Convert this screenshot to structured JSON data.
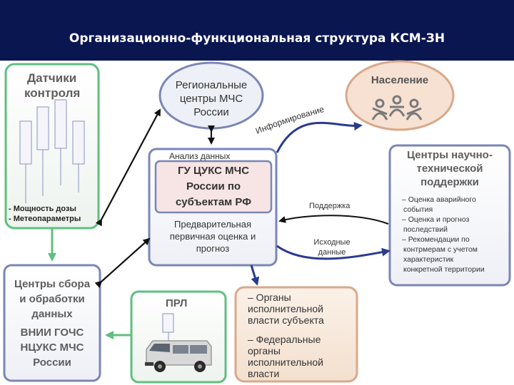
{
  "header": {
    "title": "Организационно-функциональная структура КСМ-ЗН"
  },
  "sensors": {
    "title": [
      "Датчики",
      "контроля"
    ],
    "items": [
      "- Мощность дозы",
      "- Метеопараметры"
    ]
  },
  "regional": {
    "lines": [
      "Региональные",
      "центры МЧС",
      "России"
    ]
  },
  "population": {
    "title": "Население"
  },
  "informing_label": "Информирование",
  "analysis": {
    "caption": "Анализ данных",
    "core": [
      "ГУ ЦУКС МЧС",
      "России по",
      "субъектам РФ"
    ],
    "preliminary": [
      "Предварительная",
      "первичная оценка и",
      "прогноз"
    ]
  },
  "science": {
    "title": [
      "Центры научно-",
      "технической",
      "поддержки"
    ],
    "items": [
      "– Оценка аварийного",
      "события",
      "– Оценка и прогноз",
      "последствий",
      "– Рекомендации по",
      "контрмерам с учетом",
      "характеристик",
      "конкретной территории"
    ]
  },
  "support_label": "Поддержка",
  "source_data_label": [
    "Исходные",
    "данные"
  ],
  "collection": {
    "lines": [
      "Центры сбора",
      "и обработки",
      "данных",
      "ВНИИ ГОЧС",
      "НЦУКС МЧС",
      "России"
    ]
  },
  "prl": {
    "title": "ПРЛ"
  },
  "bodies": {
    "lines": [
      "– Органы",
      "исполнительной",
      "власти субъекта",
      "– Федеральные",
      "органы",
      "исполнительной",
      "власти"
    ]
  },
  "colors": {
    "header_bg": "#0a1650",
    "green_border": "#5fbf7f",
    "blue_border": "#7a86b6",
    "arrow_blue": "#2a3a8e",
    "orange_border": "#d9a98a",
    "core_fill": "#f7e4e4"
  }
}
